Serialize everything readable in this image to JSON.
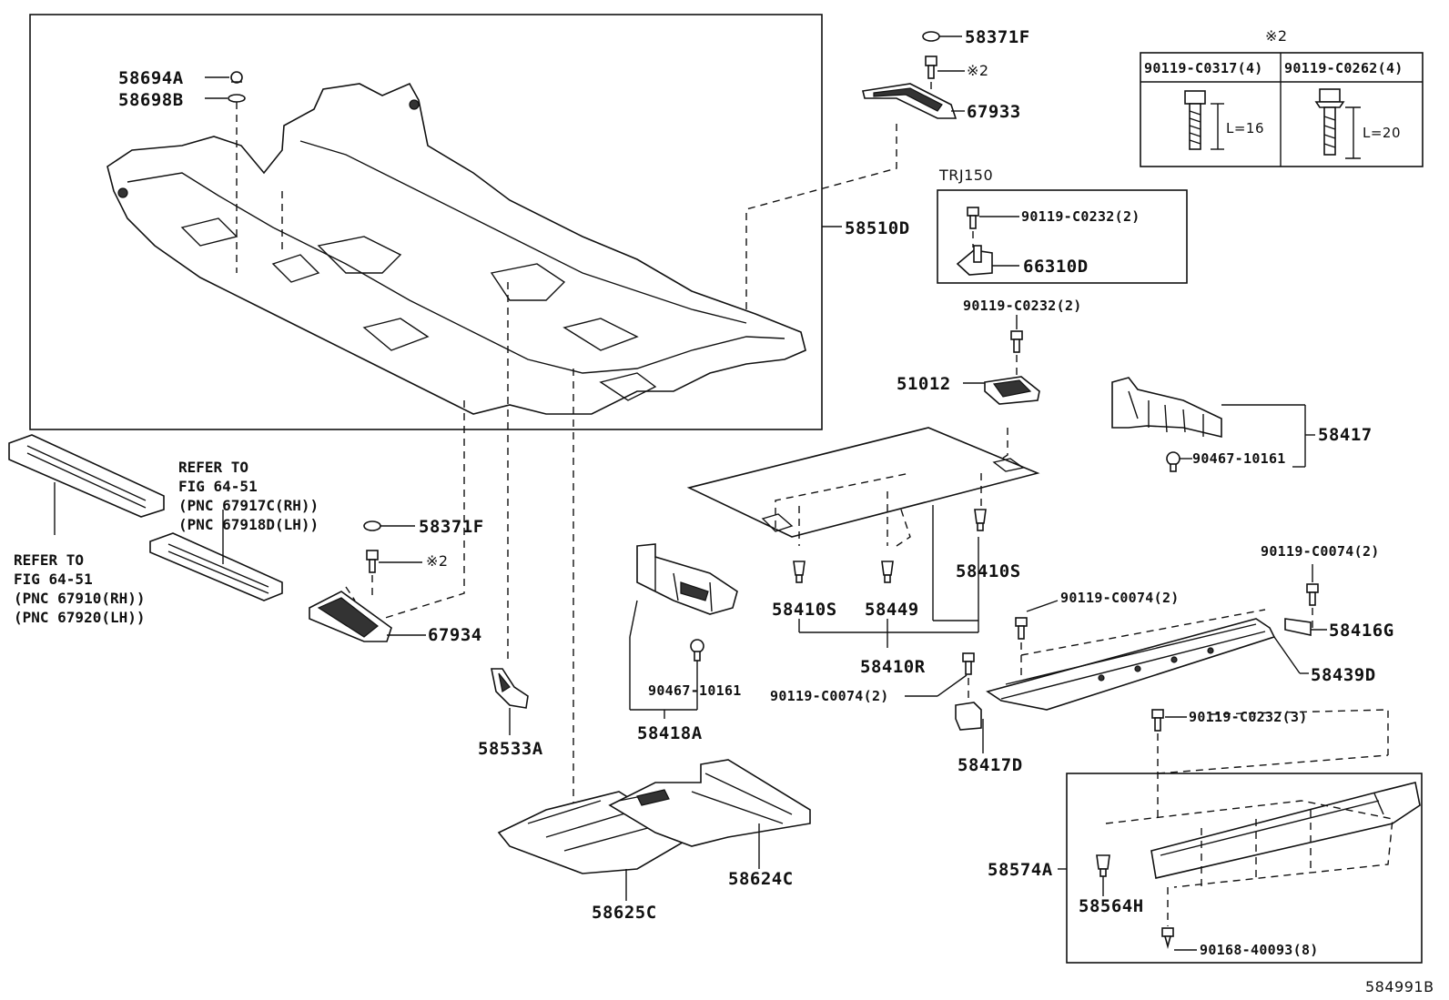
{
  "labels": {
    "p58694A": "58694A",
    "p58698B": "58698B",
    "p58510D": "58510D",
    "p58371F_top": "58371F",
    "star2_top": "※2",
    "p67933": "67933",
    "trj150": "TRJ150",
    "trj_bolt": "90119-C0232(2)",
    "p66310D": "66310D",
    "bolt_0232_2": "90119-C0232(2)",
    "p51012": "51012",
    "p58417": "58417",
    "p90467_right": "90467-10161",
    "p58371F_mid": "58371F",
    "star2_mid": "※2",
    "p67934": "67934",
    "p58533A": "58533A",
    "p90467_mid": "90467-10161",
    "p58418A": "58418A",
    "p58410S_left": "58410S",
    "p58449": "58449",
    "p58410S_right": "58410S",
    "p58410R": "58410R",
    "bolt_0074_a": "90119-C0074(2)",
    "bolt_0074_b": "90119-C0074(2)",
    "bolt_0074_c": "90119-C0074(2)",
    "p58416G": "58416G",
    "p58439D": "58439D",
    "p58417D": "58417D",
    "bolt_0232_3": "90119-C0232(3)",
    "p58574A": "58574A",
    "p58564H": "58564H",
    "p90168": "90168-40093(8)",
    "p58624C": "58624C",
    "p58625C": "58625C",
    "figure_id": "584991B"
  },
  "refer_right": [
    "REFER TO",
    "FIG 64-51",
    "(PNC 67917C(RH))",
    "(PNC 67918D(LH))"
  ],
  "refer_left": [
    "REFER TO",
    "FIG 64-51",
    "(PNC 67910(RH))",
    "(PNC 67920(LH))"
  ],
  "spec_table": {
    "title": "※2",
    "columns": [
      {
        "part": "90119-C0317(4)",
        "length": "L=16"
      },
      {
        "part": "90119-C0262(4)",
        "length": "L=20"
      }
    ]
  }
}
